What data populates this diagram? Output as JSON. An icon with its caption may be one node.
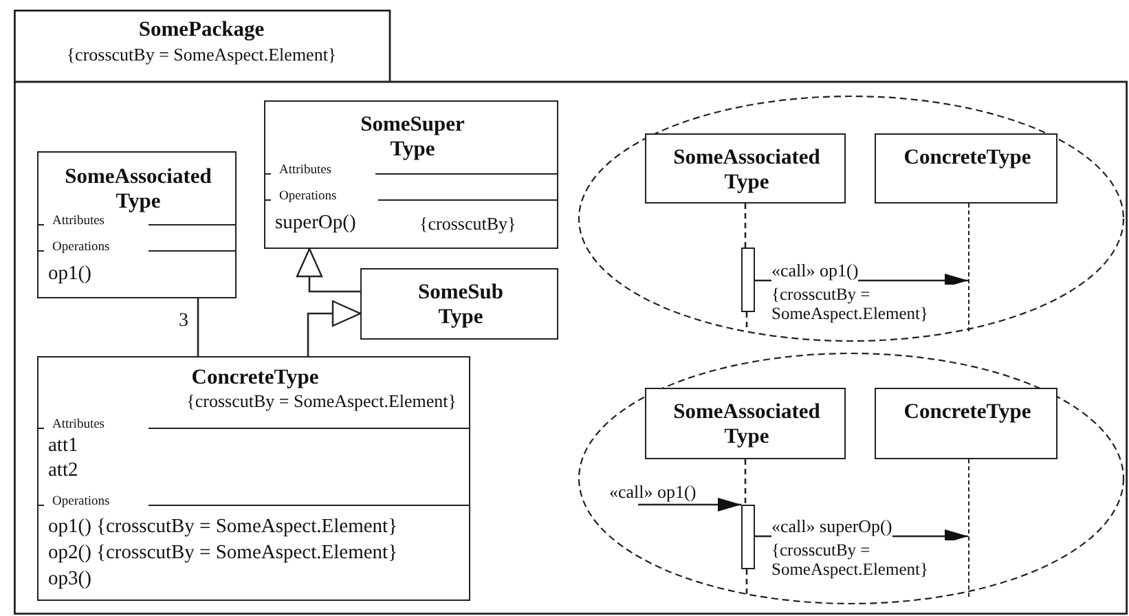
{
  "diagram": {
    "nodes": [
      {
        "text": [
          "SomePackage",
          "{crosscutBy = SomeAspect.Element}"
        ]
      },
      {
        "text": [
          "SomeAssociated Type",
          "Attributes",
          "Operations",
          "op1()"
        ],
        "in": 0
      },
      {
        "text": [
          "SomeSuper Type",
          "Attributes",
          "Operations",
          "superOp()",
          "{crosscutBy}"
        ],
        "in": 0
      },
      {
        "text": [
          "SomeSub Type"
        ],
        "in": 0
      },
      {
        "text": [
          "ConcreteType",
          "{crosscutBy = SomeAspect.Element}",
          "Attributes",
          "att1",
          "att2",
          "Operations",
          "op1() {crosscutBy = SomeAspect.Element}",
          "op2() {crosscutBy = SomeAspect.Element}",
          "op3()"
        ],
        "in": 0
      },
      {
        "text": [],
        "shape": "ellipse",
        "in": 0
      },
      {
        "text": [
          "SomeAssociated Type"
        ],
        "in": 5
      },
      {
        "text": [
          "ConcreteType"
        ],
        "in": 5
      },
      {
        "text": [],
        "shape": "bar",
        "in": 5
      },
      {
        "text": [],
        "shape": "line",
        "in": 5
      },
      {
        "text": [],
        "shape": "ellipse",
        "in": 0
      },
      {
        "text": [
          "SomeAssociated Type"
        ],
        "in": 10
      },
      {
        "text": [
          "ConcreteType"
        ],
        "in": 10
      },
      {
        "text": [],
        "shape": "bar",
        "in": 10
      },
      {
        "text": [],
        "shape": "line",
        "in": 10
      }
    ],
    "edges": [
      {
        "from": 1,
        "to": 4,
        "arrow": "none",
        "label": "3"
      },
      {
        "from": 4,
        "to": 3,
        "arrow": "to"
      },
      {
        "from": 3,
        "to": 2,
        "arrow": "to"
      },
      {
        "from": 6,
        "to": 8,
        "arrow": "none",
        "style": "dashed"
      },
      {
        "from": 8,
        "to": 9,
        "arrow": "to",
        "label": "«call» op1()"
      },
      {
        "from": 11,
        "to": 13,
        "arrow": "none",
        "style": "dashed"
      },
      {
        "from": null,
        "to": 13,
        "arrow": "to",
        "label": "«call» op1()"
      },
      {
        "from": 13,
        "to": 14,
        "arrow": "to",
        "label": "«call» superOp()"
      }
    ],
    "labels": [
      "{crosscutBy = SomeAspect.Element}",
      "{crosscutBy = SomeAspect.Element}"
    ]
  }
}
